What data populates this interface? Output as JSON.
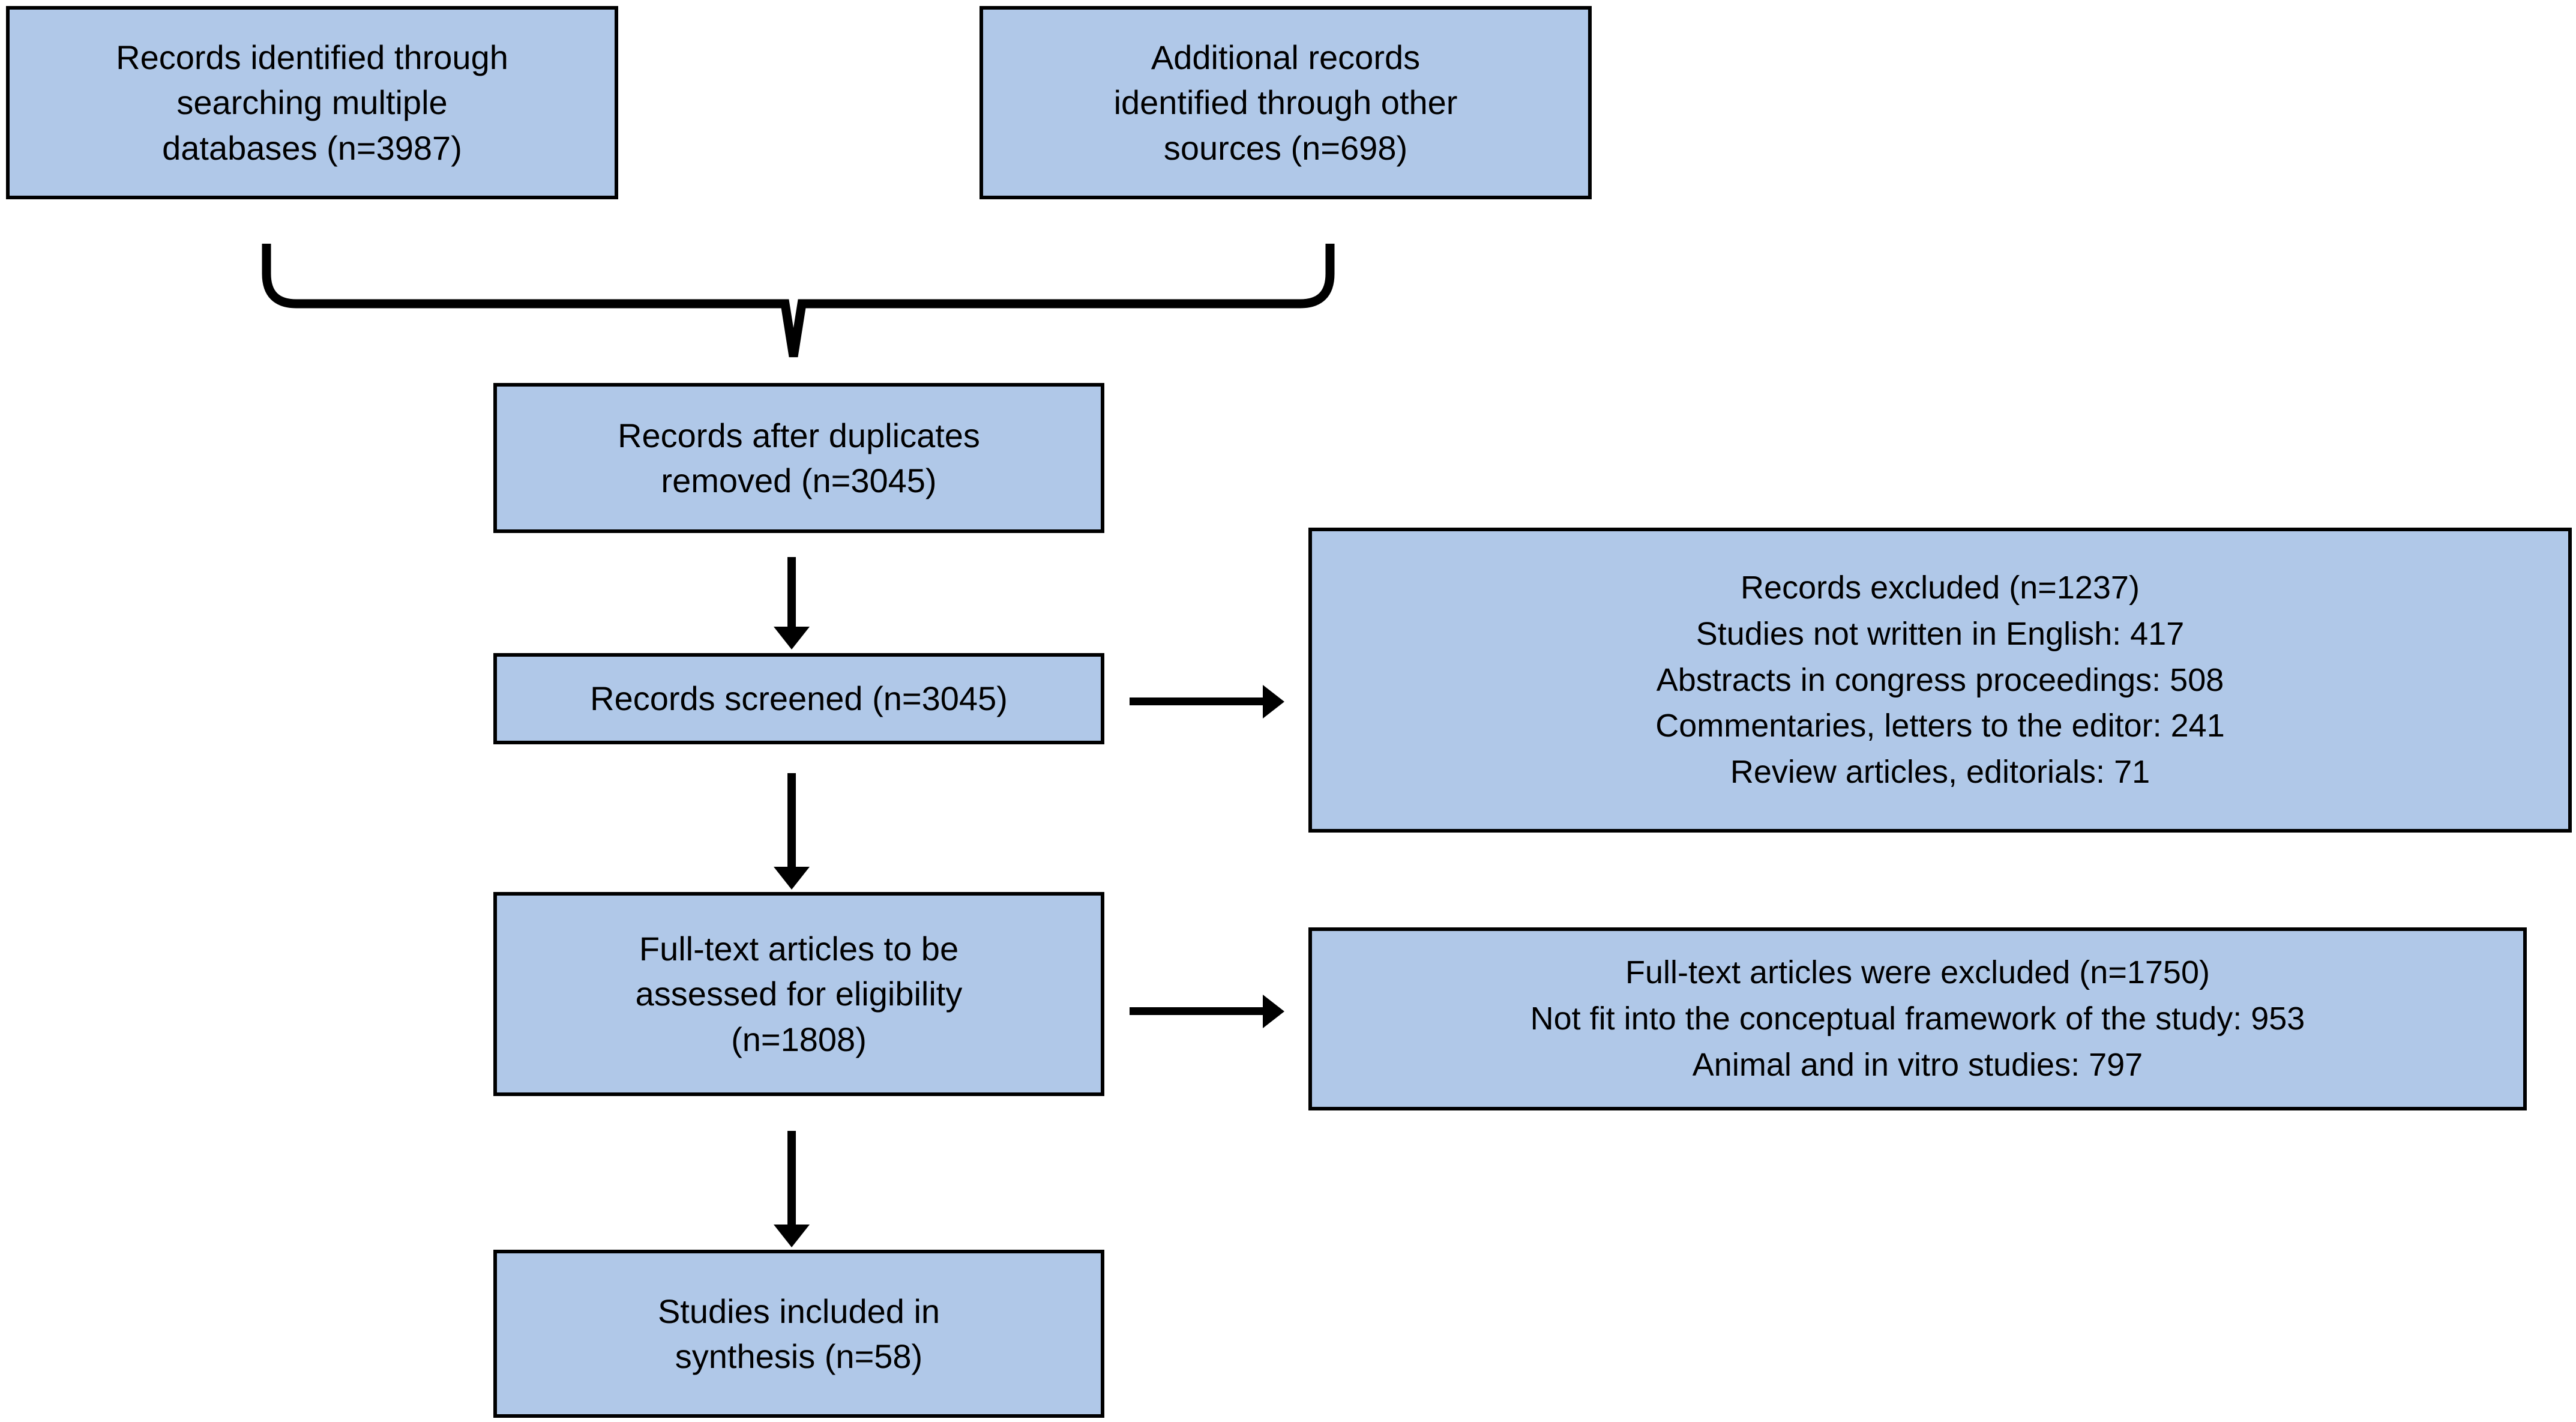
{
  "diagram": {
    "title": "PRISMA study selection flow diagram",
    "colors": {
      "box_fill": "#b0c8e8",
      "box_border": "#000000",
      "connector": "#000000",
      "background": "#ffffff"
    },
    "boxes": {
      "db_records": {
        "lines": [
          "Records identified through",
          "searching multiple",
          "databases (n=3987)"
        ],
        "n": 3987
      },
      "other_records": {
        "lines": [
          "Additional records",
          "identified through other",
          "sources (n=698)"
        ],
        "n": 698
      },
      "after_duplicates": {
        "lines": [
          "Records after duplicates",
          "removed (n=3045)"
        ],
        "n": 3045
      },
      "screened": {
        "lines": [
          "Records screened (n=3045)"
        ],
        "n": 3045
      },
      "fulltext_assessed": {
        "lines": [
          "Full-text articles to be",
          "assessed for eligibility",
          "(n=1808)"
        ],
        "n": 1808
      },
      "included": {
        "lines": [
          "Studies included in",
          "synthesis (n=58)"
        ],
        "n": 58
      },
      "records_excluded": {
        "lines": [
          "Records excluded (n=1237)",
          "Studies not written in English: 417",
          "Abstracts in congress proceedings:  508",
          "Commentaries, letters to the editor: 241",
          "Review articles, editorials: 71"
        ],
        "n": 1237,
        "reasons": [
          {
            "label": "Studies not written in English",
            "count": 417
          },
          {
            "label": "Abstracts in congress proceedings",
            "count": 508
          },
          {
            "label": "Commentaries, letters to the editor",
            "count": 241
          },
          {
            "label": "Review articles, editorials",
            "count": 71
          }
        ]
      },
      "fulltext_excluded": {
        "lines": [
          "Full-text articles were excluded (n=1750)",
          "Not fit into the conceptual framework of the study: 953",
          "Animal and in vitro studies: 797"
        ],
        "n": 1750,
        "reasons": [
          {
            "label": "Not fit into the conceptual framework of the study",
            "count": 953
          },
          {
            "label": "Animal and in vitro studies",
            "count": 797
          }
        ]
      }
    }
  }
}
